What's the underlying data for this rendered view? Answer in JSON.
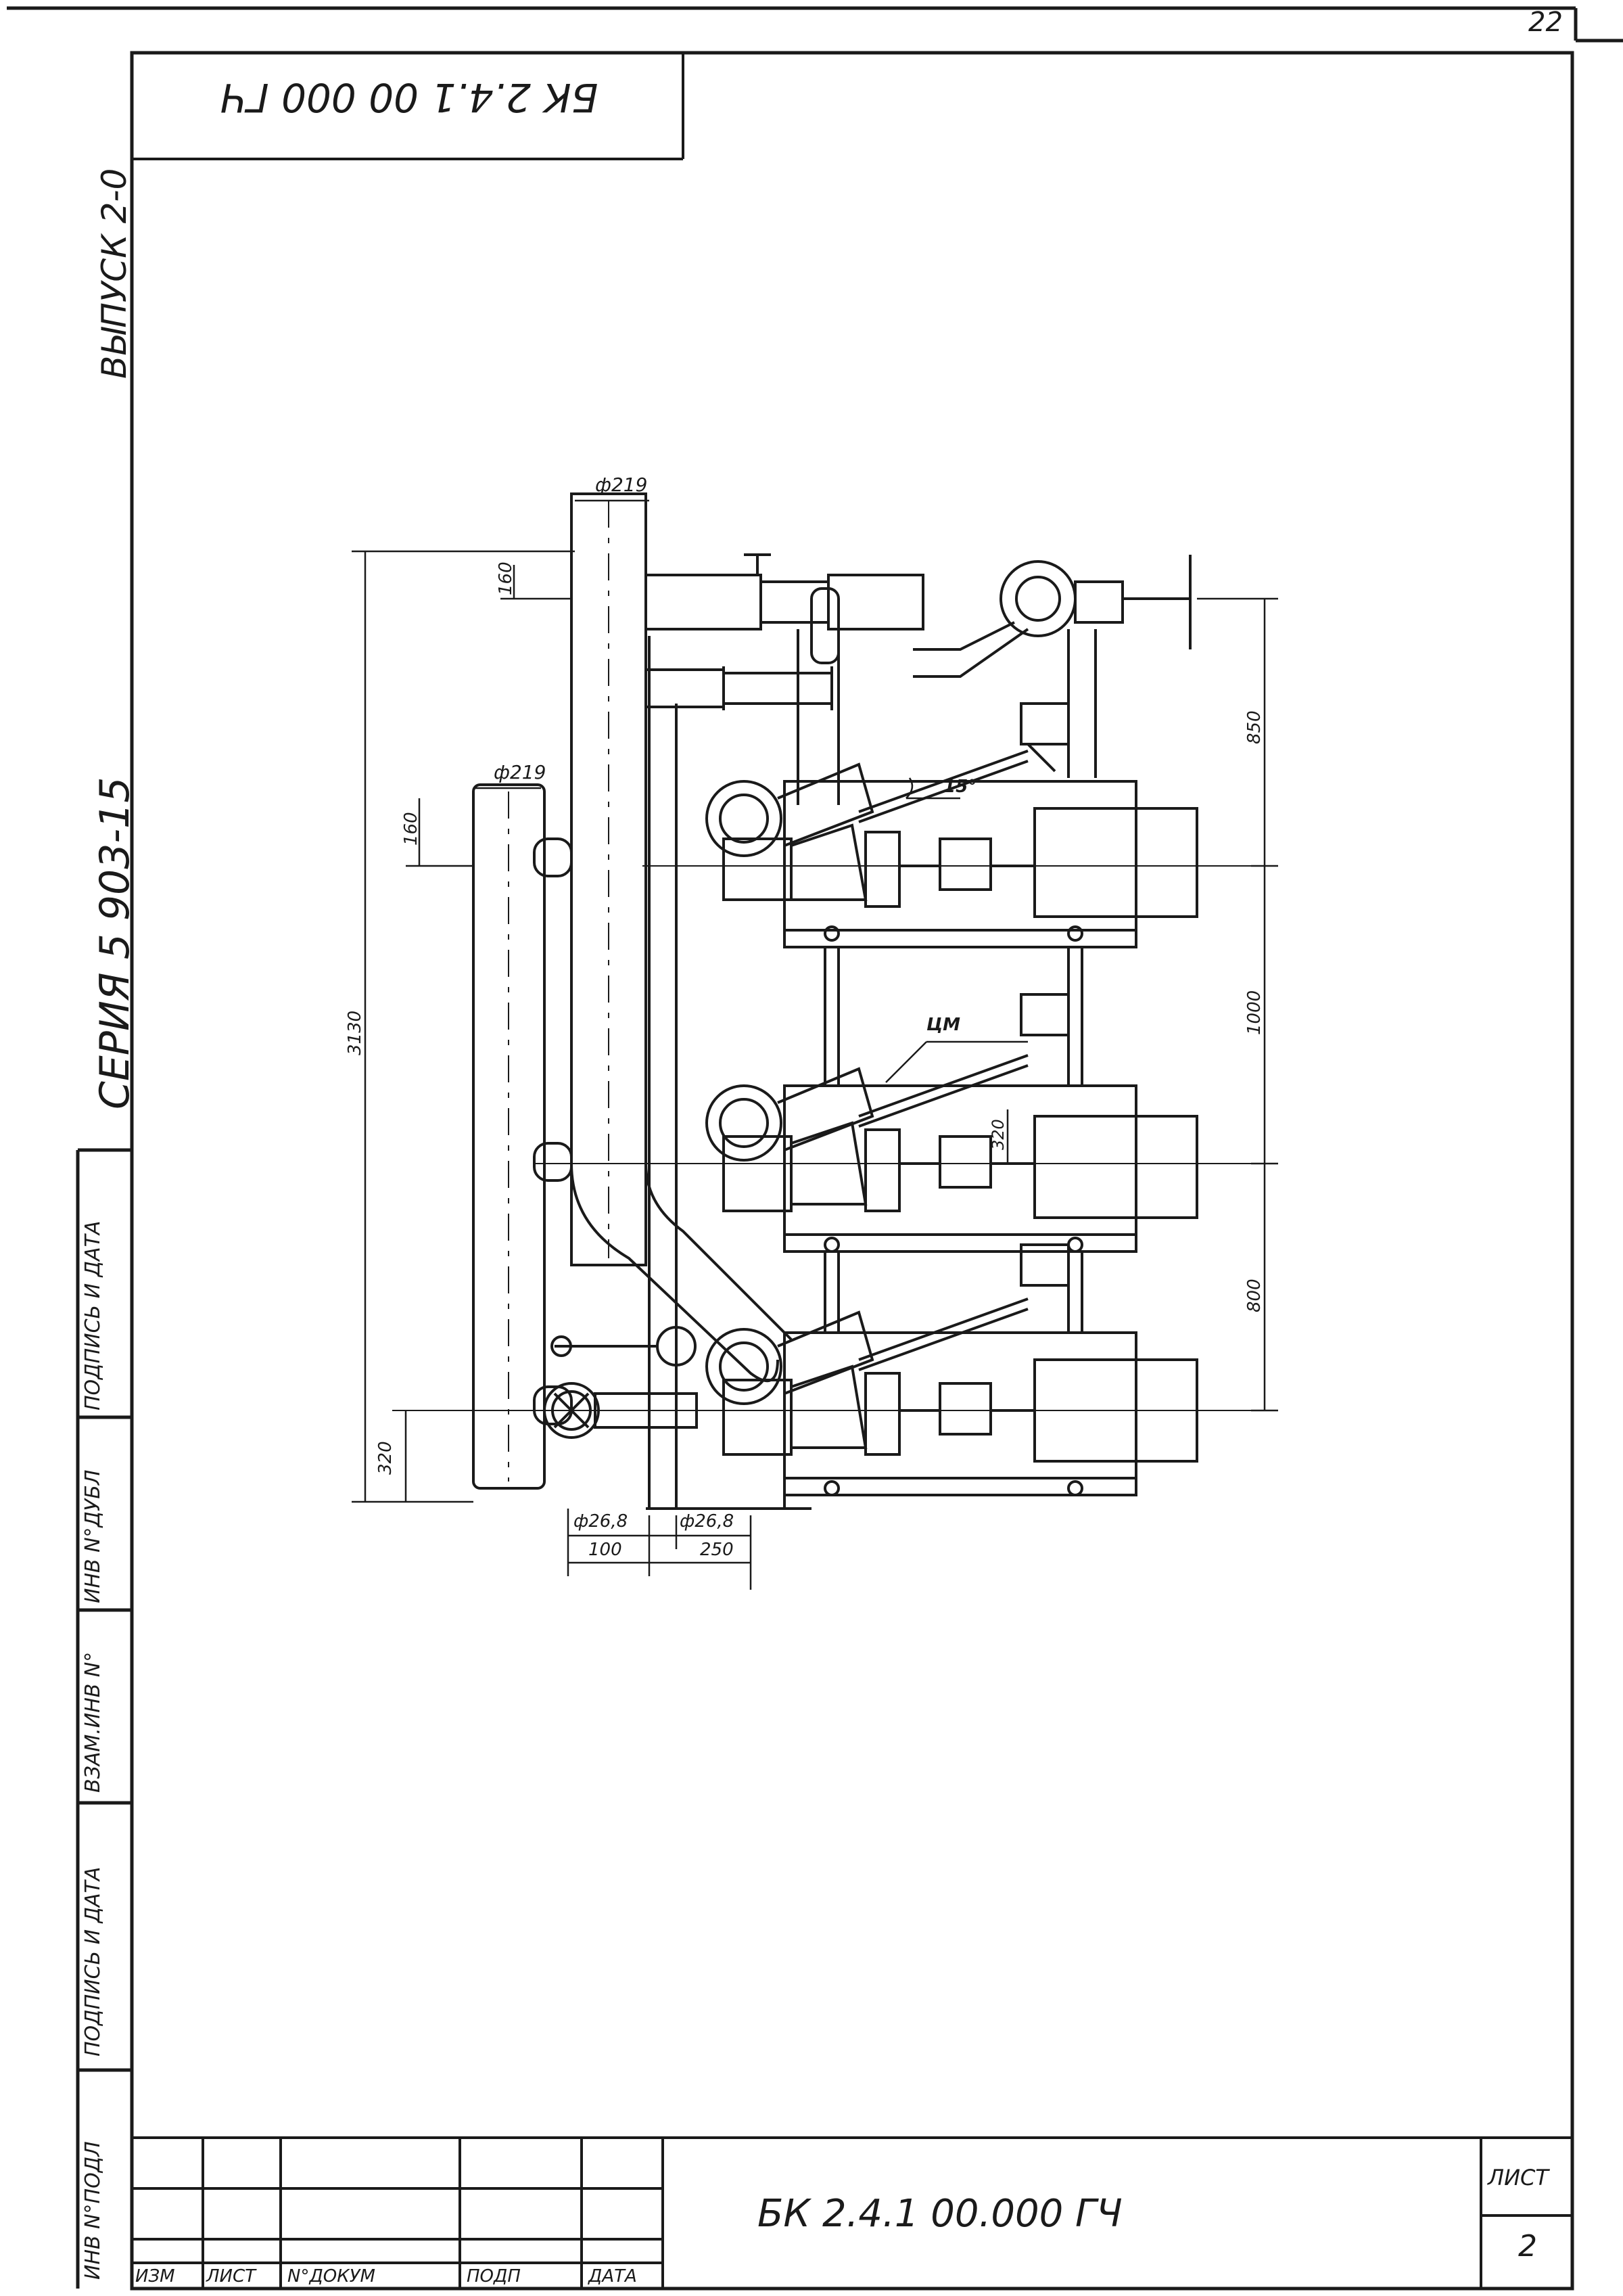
{
  "page_number": "22",
  "mirrored_code": "БК 2.4.1 00 000 ГЧ",
  "series": "СЕРИЯ 5 903-15",
  "issue": "ВЫПУСК 2-0",
  "stamp_columns": [
    "ИНВ N°ПОДЛ",
    "ПОДПИСЬ И ДАТА",
    "ВЗАМ.ИНВ N°",
    "ИНВ N°ДУБЛ",
    "ПОДПИСЬ И ДАТА"
  ],
  "title_block": {
    "headers": [
      "ИЗМ",
      "ЛИСТ",
      "N°ДОКУМ",
      "ПОДП",
      "ДАТА"
    ],
    "designation": "БК 2.4.1 00.000 ГЧ",
    "sheet_label": "ЛИСТ",
    "sheet_value": "2"
  },
  "dimensions": {
    "d_top": "ф219",
    "d_mid": "ф219",
    "d_small_1": "ф26,8",
    "d_small_2": "ф26,8",
    "h_160_top": "160",
    "h_160_mid": "160",
    "total": "3130",
    "bottom_320": "320",
    "d_850": "850",
    "d_1000": "1000",
    "d_800": "800",
    "angle": "15°",
    "cm": "ЦМ",
    "d_320_mid": "320",
    "d_100": "100",
    "d_250": "250"
  }
}
